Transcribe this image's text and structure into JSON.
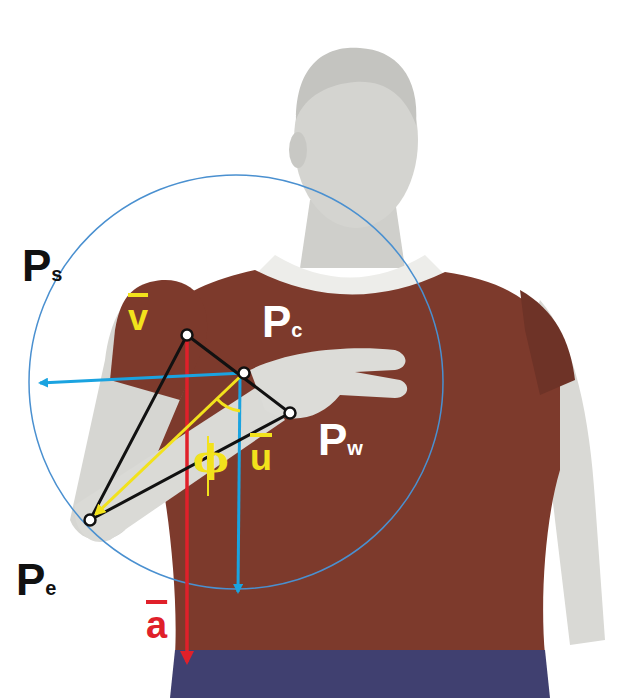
{
  "diagram": {
    "labels": [
      "Ps",
      "v",
      "Pc",
      "Pw",
      "ϕ",
      "u",
      "Pe",
      "a"
    ]
  }
}
